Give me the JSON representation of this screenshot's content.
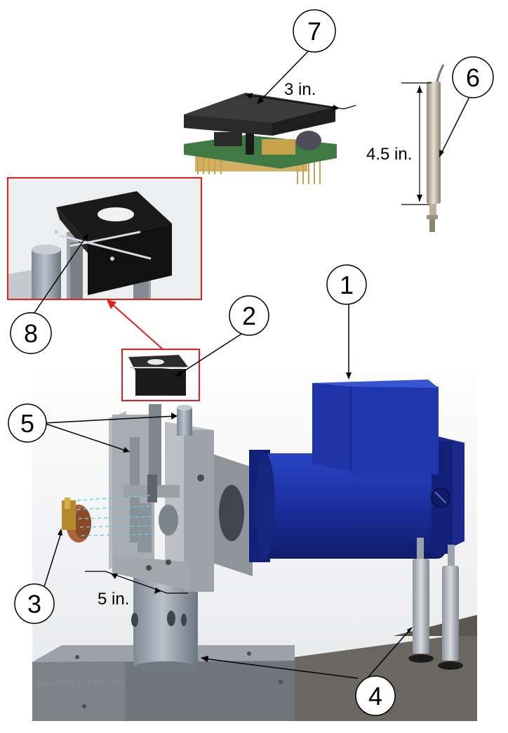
{
  "callouts": {
    "c1": "1",
    "c2": "2",
    "c3": "3",
    "c4": "4",
    "c5": "5",
    "c6": "6",
    "c7": "7",
    "c8": "8"
  },
  "dimensions": {
    "board_width": "3 in.",
    "rod_length": "4.5 in.",
    "base_width": "5 in."
  },
  "watermark": "State DEFAULT EXPLODED",
  "colors": {
    "motor_blue": "#1a2f9e",
    "frame_gray": "#a9adb3",
    "highlight_red": "#e0201c",
    "board_green": "#3f7a45",
    "heatsink_black": "#2a2a2a"
  }
}
